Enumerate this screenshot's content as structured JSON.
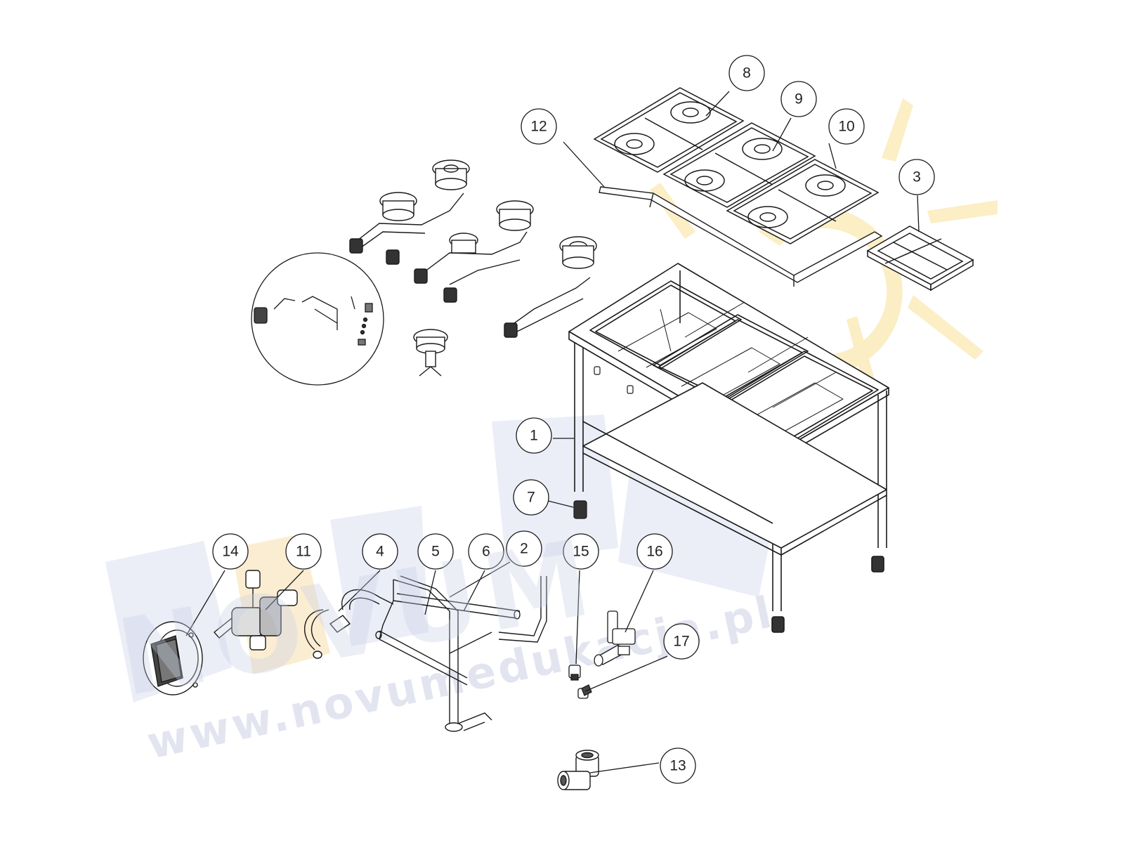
{
  "watermark": {
    "logo_text": "NOVUM",
    "url_text": "www.novumedukacja.pl",
    "color_letters": "#c9cde6",
    "color_accent": "#f6dca0",
    "color_sun": "#f9e6a8"
  },
  "callouts": [
    "1",
    "2",
    "3",
    "4",
    "5",
    "6",
    "7",
    "8",
    "9",
    "10",
    "11",
    "12",
    "13",
    "14",
    "15",
    "16",
    "17"
  ],
  "colors": {
    "line": "#1a1a1a",
    "bubble_fill": "#ffffff"
  }
}
